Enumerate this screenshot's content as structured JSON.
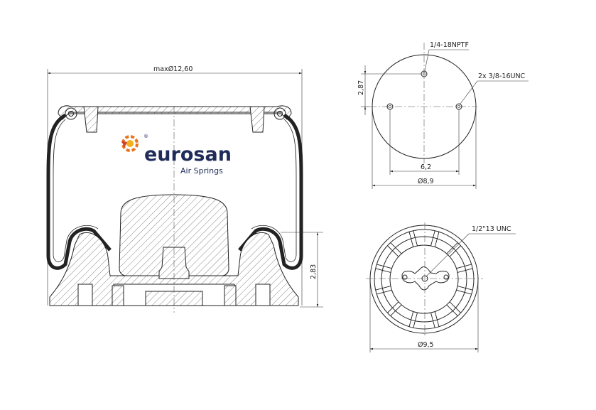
{
  "logo": {
    "brand": "eurosan",
    "tagline": "Air Springs",
    "registered_mark": "®",
    "colors": {
      "brand_text": "#1f2c5a",
      "gear_orange": "#e8731e",
      "gear_red": "#d0432a",
      "gear_yellow": "#f2b01e"
    }
  },
  "side_view": {
    "max_diameter_label": "maxØ12,60",
    "height_label": "2,83"
  },
  "top_view": {
    "thread_top_label": "1/4-18NPTF",
    "studs_label": "2x 3/8-16UNC",
    "offset_label": "2,87",
    "stud_spacing_label": "6,2",
    "diameter_label": "Ø8,9"
  },
  "bottom_view": {
    "thread_label": "1/2\"13 UNC",
    "diameter_label": "Ø9,5"
  },
  "colors": {
    "line": "#222222",
    "hatch": "#555555",
    "dim": "#333333"
  }
}
